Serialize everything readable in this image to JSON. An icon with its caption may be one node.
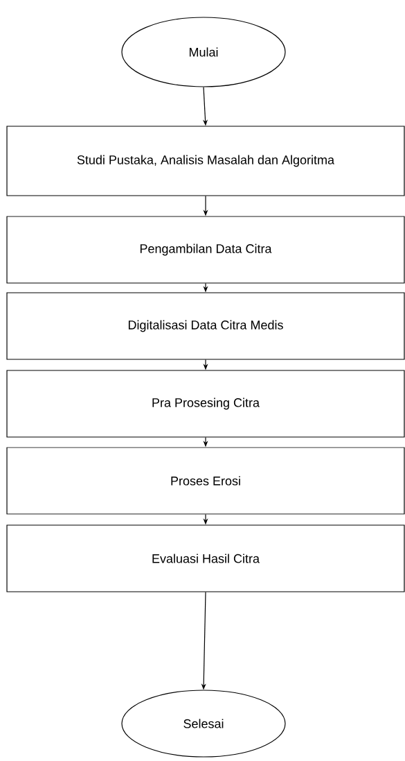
{
  "diagram": {
    "nodes": [
      {
        "text": [
          "Mulai"
        ]
      },
      {
        "text": [
          "Studi Pustaka, Analisis Masalah dan Algoritma"
        ]
      },
      {
        "text": [
          "Pengambilan Data Citra"
        ]
      },
      {
        "text": [
          "Digitalisasi Data Citra Medis"
        ]
      },
      {
        "text": [
          "Pra Prosesing Citra"
        ]
      },
      {
        "text": [
          "Proses Erosi"
        ]
      },
      {
        "text": [
          "Evaluasi Hasil Citra"
        ]
      },
      {
        "text": [
          "Selesai"
        ]
      }
    ],
    "edges": [
      {
        "from": 0,
        "to": 1,
        "arrow": "to"
      },
      {
        "from": 1,
        "to": 2,
        "arrow": "to"
      },
      {
        "from": 2,
        "to": 3,
        "arrow": "to"
      },
      {
        "from": 3,
        "to": 4,
        "arrow": "to"
      },
      {
        "from": 4,
        "to": 5,
        "arrow": "to"
      },
      {
        "from": 5,
        "to": 6,
        "arrow": "to"
      },
      {
        "from": 6,
        "to": 7,
        "arrow": "to"
      }
    ]
  }
}
